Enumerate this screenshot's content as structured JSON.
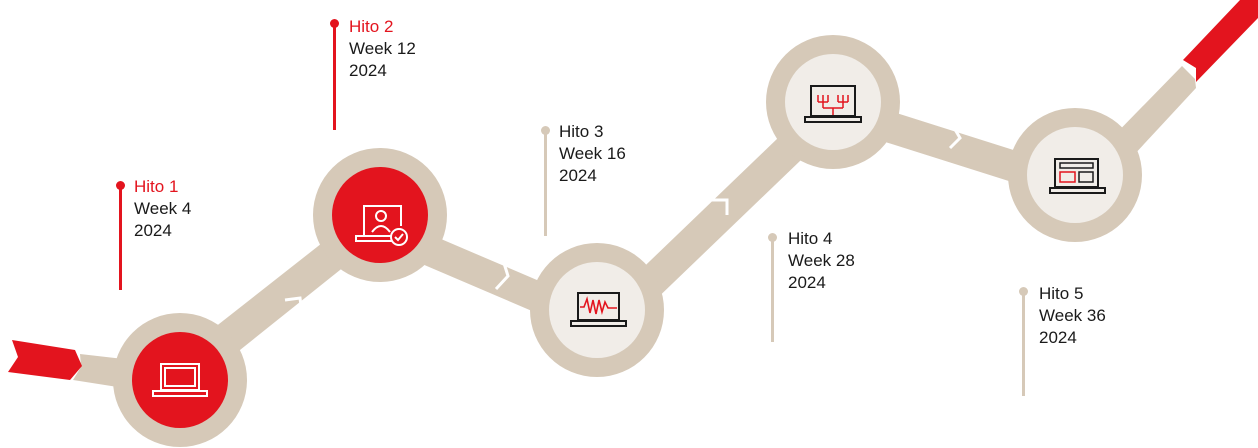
{
  "colors": {
    "accent": "#e3141e",
    "track": "#d6c9b8",
    "inner_idle": "#f1ede8",
    "icon_stroke": "#1a1a1a",
    "text": "#1a1a1a"
  },
  "milestones": [
    {
      "title": "Hito 1",
      "week": "Week 4",
      "year": "2024",
      "status": "active",
      "icon": "laptop-icon"
    },
    {
      "title": "Hito 2",
      "week": "Week 12",
      "year": "2024",
      "status": "active",
      "icon": "user-check-laptop-icon"
    },
    {
      "title": "Hito 3",
      "week": "Week 16",
      "year": "2024",
      "status": "idle",
      "icon": "waveform-laptop-icon"
    },
    {
      "title": "Hito 4",
      "week": "Week 28",
      "year": "2024",
      "status": "idle",
      "icon": "hierarchy-laptop-icon"
    },
    {
      "title": "Hito 5",
      "week": "Week 36",
      "year": "2024",
      "status": "idle",
      "icon": "dashboard-laptop-icon"
    }
  ]
}
